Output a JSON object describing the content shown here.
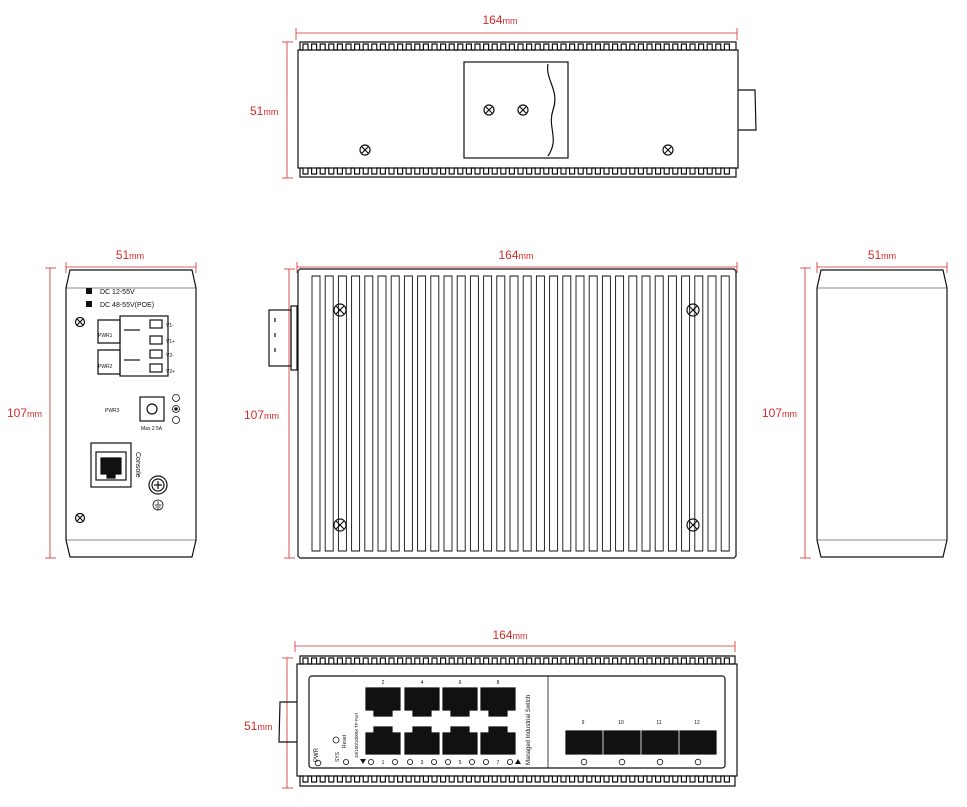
{
  "colors": {
    "dimension": "#d52b2b",
    "outline": "#111111"
  },
  "dimensions": {
    "top_width": "164",
    "top_height": "51",
    "front_width": "164",
    "front_height": "107",
    "left_width": "51",
    "left_height": "107",
    "right_width": "51",
    "right_height": "107",
    "bottom_width": "164",
    "bottom_height": "51",
    "unit": "mm"
  },
  "power_panel": {
    "dc1": "DC 12-55V",
    "dc2": "DC 48-55V(POE)",
    "pwr1": "PWR1",
    "pwr2": "PWR2",
    "pwr3": "PWR3",
    "v1m": "V1-",
    "v1p": "V1+",
    "v2m": "V2-",
    "v2p": "V2+",
    "max": "Max 2.5A",
    "console": "Console"
  },
  "port_panel": {
    "pwr": "PWR",
    "sys": "SYS",
    "reset": "Reset",
    "port_type": "10/100/1000M TP Port",
    "product": "Managed Industrial Switch",
    "rj45_top_labels": [
      "2",
      "4",
      "6",
      "8"
    ],
    "rj45_bottom_labels": [
      "1",
      "3",
      "5",
      "7"
    ],
    "sfp_labels": [
      "9",
      "10",
      "11",
      "12"
    ]
  }
}
